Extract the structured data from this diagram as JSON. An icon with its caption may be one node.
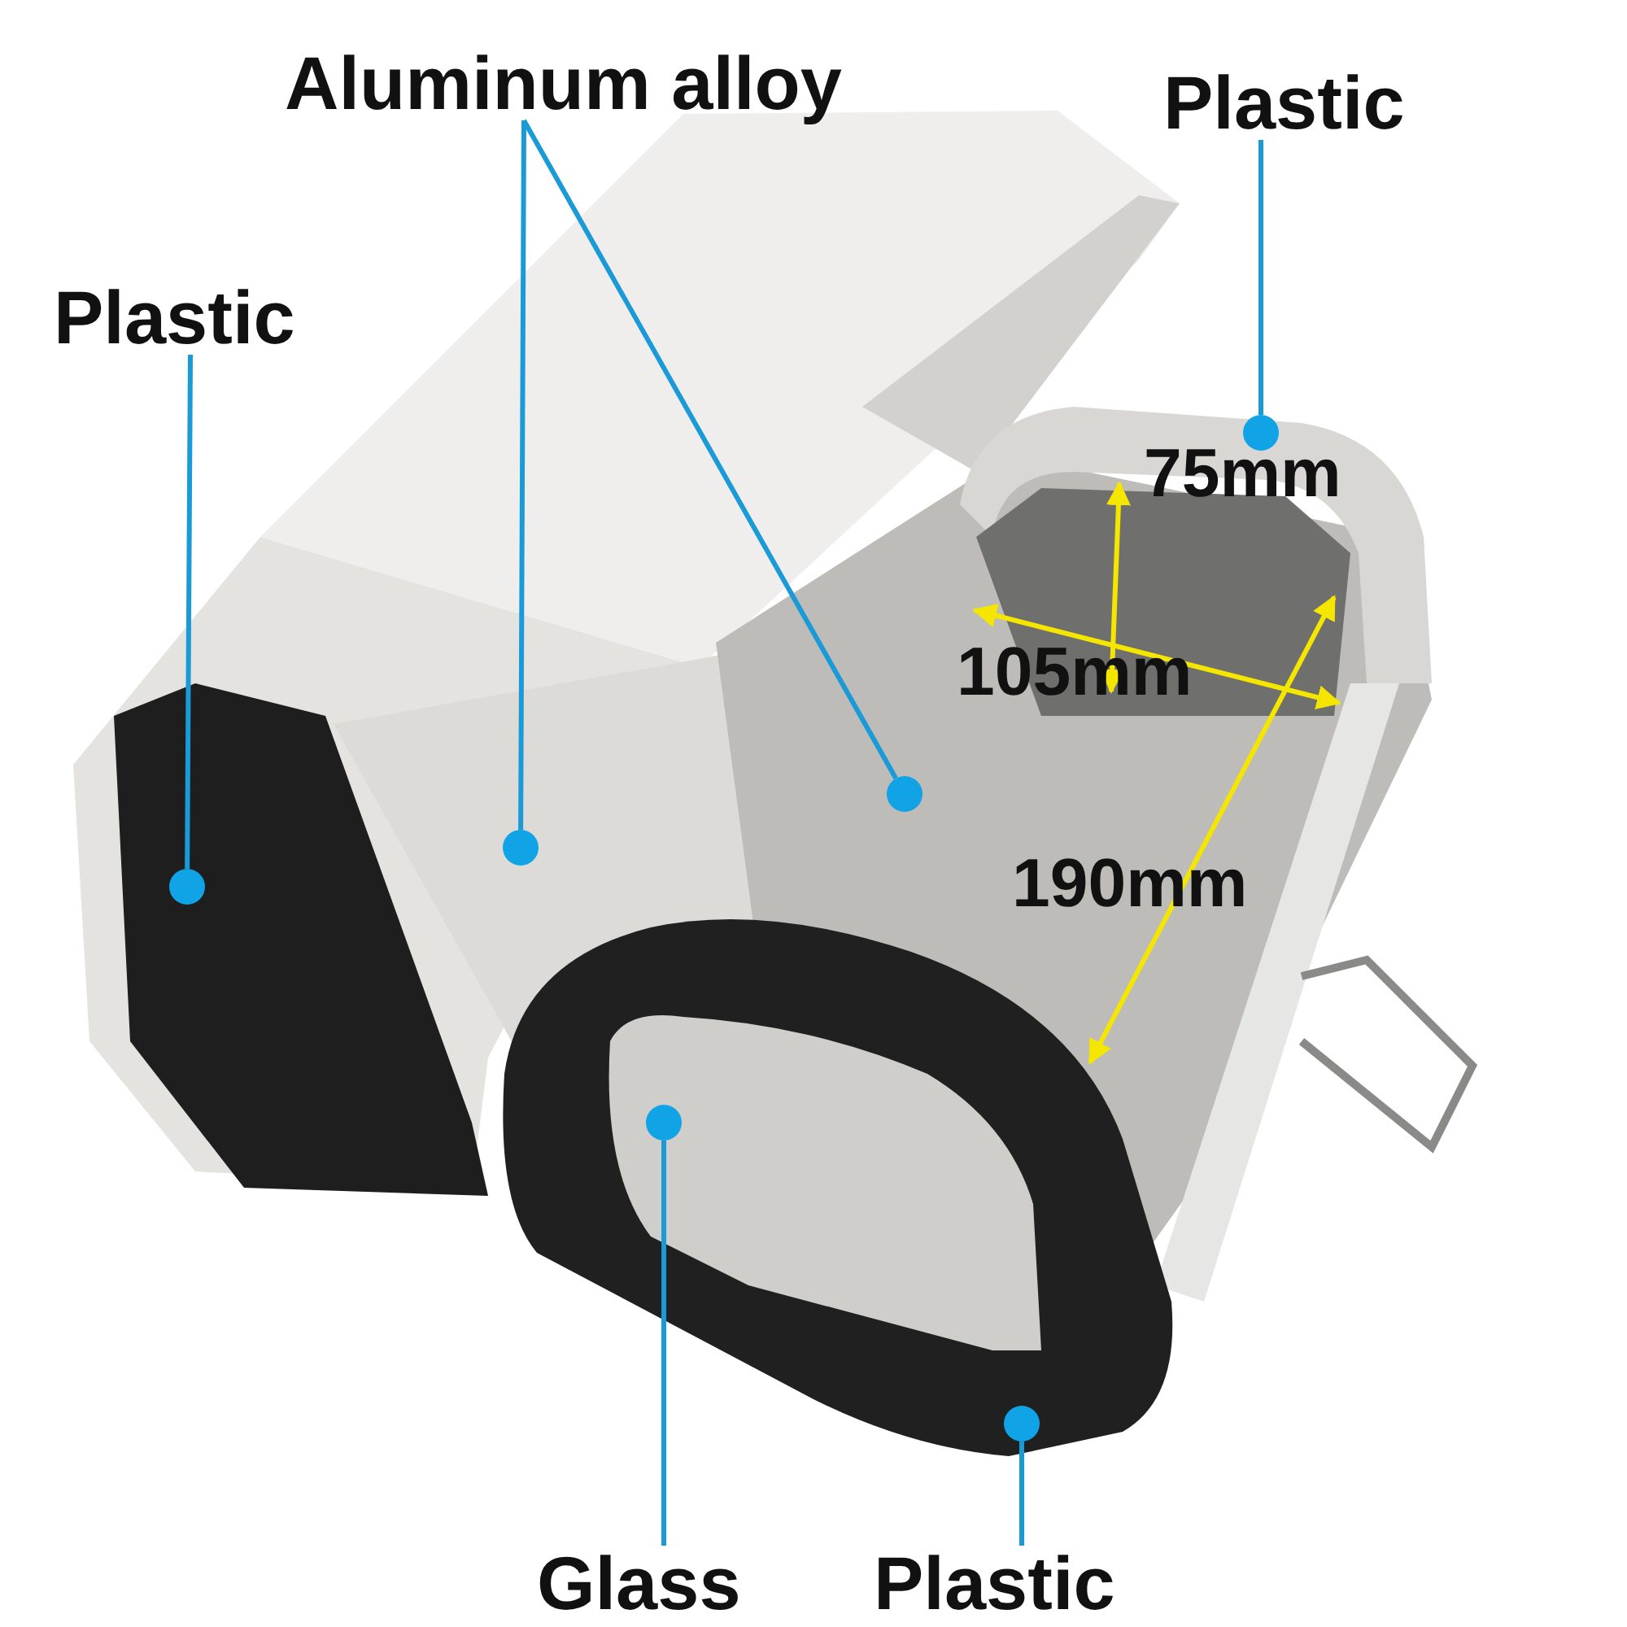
{
  "diagram": {
    "nodes": [
      {
        "text": [
          "Aluminum alloy"
        ]
      },
      {
        "text": [
          "Plastic"
        ]
      },
      {
        "text": [
          "Plastic"
        ]
      },
      {
        "text": [],
        "shape": "circle"
      },
      {
        "text": [],
        "shape": "circle"
      },
      {
        "text": [],
        "shape": "circle"
      },
      {
        "text": [],
        "shape": "circle"
      },
      {
        "text": [
          "Glass"
        ]
      },
      {
        "text": [],
        "shape": "circle"
      },
      {
        "text": [
          "Plastic"
        ]
      },
      {
        "text": [],
        "shape": "circle"
      }
    ],
    "edges": [
      {
        "from": 0,
        "to": 4,
        "arrow": "none"
      },
      {
        "from": 0,
        "to": 5,
        "arrow": "none"
      },
      {
        "from": 2,
        "to": 3,
        "arrow": "none"
      },
      {
        "from": 1,
        "to": 6,
        "arrow": "none"
      },
      {
        "from": 7,
        "to": 8,
        "arrow": "none"
      },
      {
        "from": 9,
        "to": 10,
        "arrow": "none"
      }
    ],
    "labels": [
      "75mm",
      "105mm",
      "190mm"
    ]
  }
}
